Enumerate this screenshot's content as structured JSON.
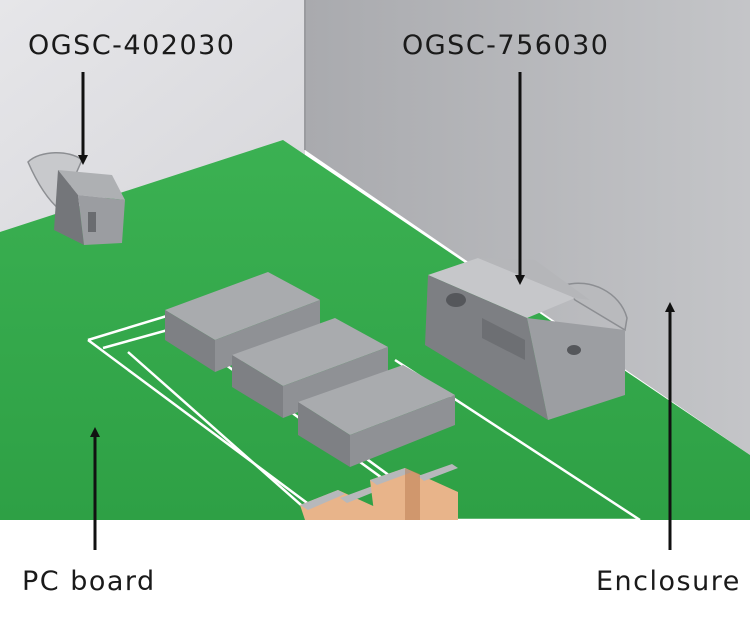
{
  "labels": {
    "contact_small": "OGSC-402030",
    "contact_large": "OGSC-756030",
    "pc_board": "PC board",
    "enclosure": "Enclosure"
  },
  "colors": {
    "board": "#33aa4a",
    "enclosure": "#b7b8bc",
    "wall_left": "#e3e3e6",
    "component_top": "#a7a9ac",
    "component_side": "#7d7f83",
    "pad": "#e8b48a"
  }
}
